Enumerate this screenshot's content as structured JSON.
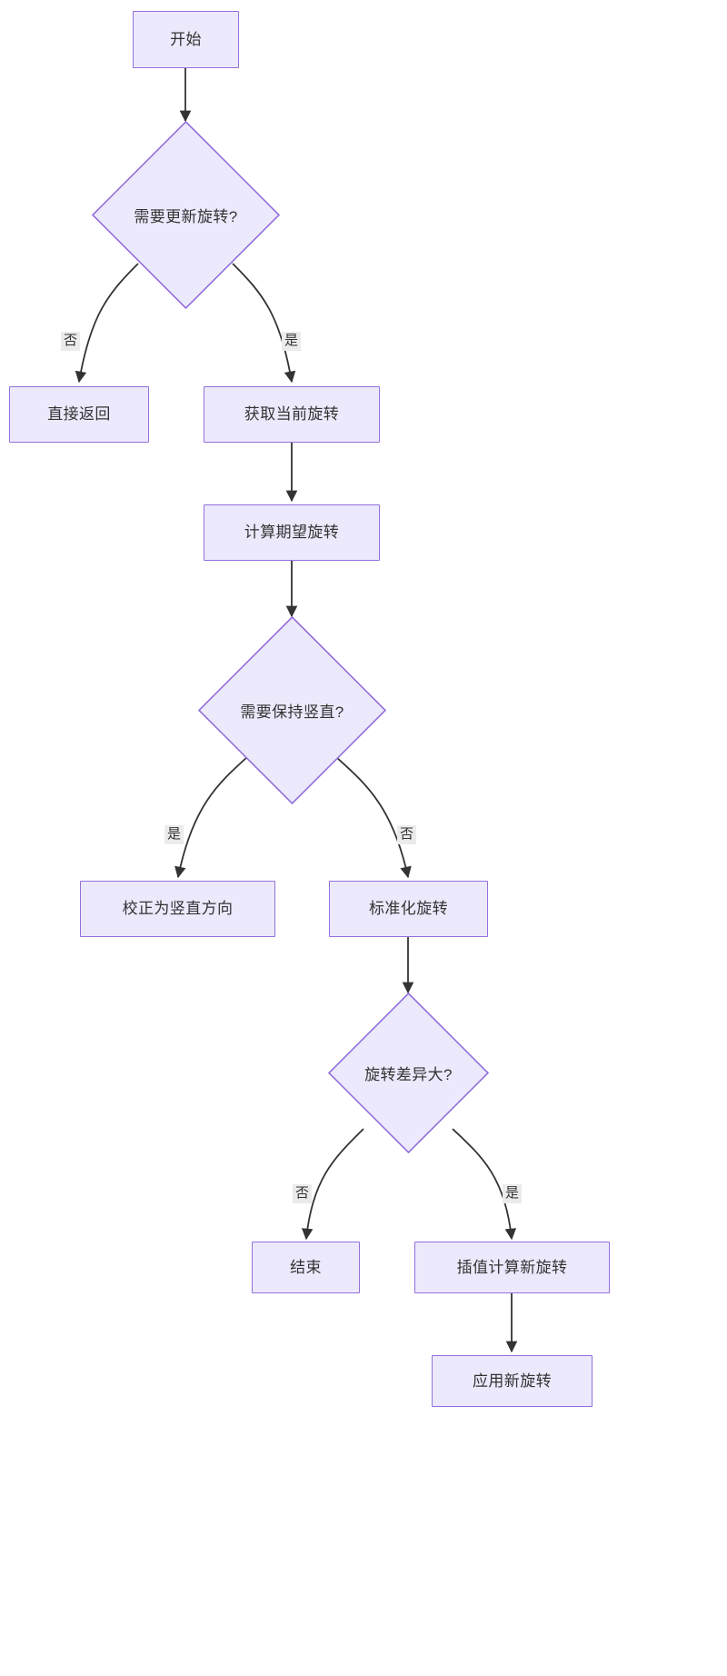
{
  "diagram": {
    "type": "flowchart",
    "direction": "top-down",
    "title": "",
    "theme": {
      "node_fill": "#ece9fc",
      "node_stroke": "#9370db",
      "edge_color": "#333333",
      "text_color": "#333333",
      "edge_label_bg": "#ebebeb",
      "background": "#ffffff"
    },
    "nodes": [
      {
        "id": "start",
        "label": "开始",
        "shape": "rect"
      },
      {
        "id": "needUpdate",
        "label": "需要更新旋转?",
        "shape": "diamond"
      },
      {
        "id": "ret",
        "label": "直接返回",
        "shape": "rect"
      },
      {
        "id": "getCur",
        "label": "获取当前旋转",
        "shape": "rect"
      },
      {
        "id": "calcWant",
        "label": "计算期望旋转",
        "shape": "rect"
      },
      {
        "id": "keepUp",
        "label": "需要保持竖直?",
        "shape": "diamond"
      },
      {
        "id": "fixUp",
        "label": "校正为竖直方向",
        "shape": "rect"
      },
      {
        "id": "normalize",
        "label": "标准化旋转",
        "shape": "rect"
      },
      {
        "id": "bigDiff",
        "label": "旋转差异大?",
        "shape": "diamond"
      },
      {
        "id": "end",
        "label": "结束",
        "shape": "rect"
      },
      {
        "id": "slerp",
        "label": "插值计算新旋转",
        "shape": "rect"
      },
      {
        "id": "apply",
        "label": "应用新旋转",
        "shape": "rect"
      }
    ],
    "edges": [
      {
        "from": "start",
        "to": "needUpdate",
        "label": ""
      },
      {
        "from": "needUpdate",
        "to": "ret",
        "label": "否"
      },
      {
        "from": "needUpdate",
        "to": "getCur",
        "label": "是"
      },
      {
        "from": "getCur",
        "to": "calcWant",
        "label": ""
      },
      {
        "from": "calcWant",
        "to": "keepUp",
        "label": ""
      },
      {
        "from": "keepUp",
        "to": "fixUp",
        "label": "是"
      },
      {
        "from": "keepUp",
        "to": "normalize",
        "label": "否"
      },
      {
        "from": "normalize",
        "to": "bigDiff",
        "label": ""
      },
      {
        "from": "bigDiff",
        "to": "end",
        "label": "否"
      },
      {
        "from": "bigDiff",
        "to": "slerp",
        "label": "是"
      },
      {
        "from": "slerp",
        "to": "apply",
        "label": ""
      }
    ]
  }
}
